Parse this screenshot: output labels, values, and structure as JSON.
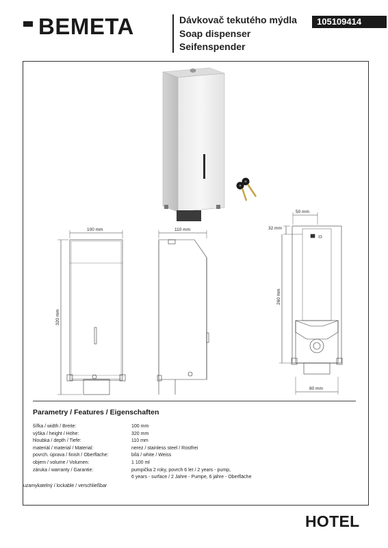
{
  "header": {
    "logo_text": "BEMETA",
    "title_cs": "Dávkovač tekutého mýdla",
    "title_en": "Soap dispenser",
    "title_de": "Seifenspender",
    "product_code": "105109414"
  },
  "drawing": {
    "dim_width_front": "100 mm",
    "dim_depth_side": "110 mm",
    "dim_height_front": "320 mm",
    "dim_top_back": "50 mm",
    "dim_offset_back": "32 mm",
    "dim_height_back": "260 mm",
    "dim_bottom_back": "80 mm"
  },
  "features": {
    "heading": "Parametry / Features / Eigenschaften",
    "rows": [
      {
        "label": "šířka / width / Breite:",
        "value": "100 mm"
      },
      {
        "label": "výška / height / Höhe:",
        "value": "320 mm"
      },
      {
        "label": "hloubka / depth / Tiefe:",
        "value": "110 mm"
      },
      {
        "label": "materiál / material / Material:",
        "value": "nerez / stainless steel / Rostfrei"
      },
      {
        "label": "povrch. úprava / finish / Oberfläche:",
        "value": "bílá / white / Weiss"
      },
      {
        "label": "objem / volume / Volumen:",
        "value": "1 100 ml"
      },
      {
        "label": "záruka / warranty / Garantie:",
        "value": "pumpička 2 roky, povrch 6 let / 2 years - pump,"
      },
      {
        "label": "",
        "value": "6 years - surface / 2 Jahre - Pumpe, 6 jahre - Oberfläche"
      }
    ],
    "lockable": "uzamykatelný / lockable / verschließbar"
  },
  "footer": {
    "category": "HOTEL"
  }
}
